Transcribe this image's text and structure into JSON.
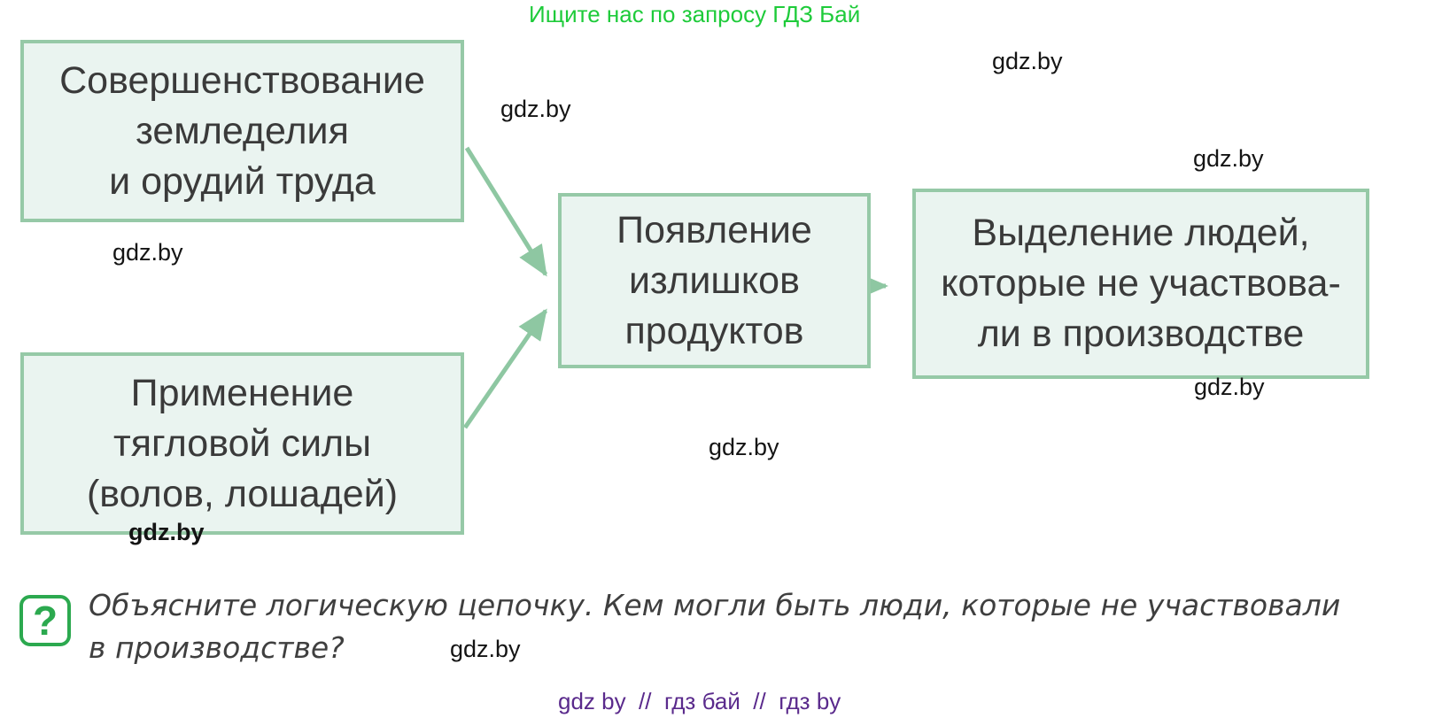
{
  "header": {
    "promo": "Ищите нас по запросу ГДЗ Бай"
  },
  "colors": {
    "promo_green": "#1ecb3a",
    "box_border": "#96c9a7",
    "box_fill": "#eaf4f0",
    "arrow_green": "#8ec7a2",
    "box_text": "#3a3a3a",
    "watermark": "#141414",
    "question_icon_green": "#2ca94f",
    "footer_purple": "#5a2a8c"
  },
  "diagram": {
    "boxes": [
      {
        "name": "improvement-agriculture",
        "lines": [
          "Совершенствование",
          "земледелия",
          "и орудий труда"
        ]
      },
      {
        "name": "draft-power",
        "lines": [
          "Применение",
          "тягловой силы",
          "(волов, лошадей)"
        ]
      },
      {
        "name": "surplus-products",
        "lines": [
          "Появление",
          "излишков",
          "продуктов"
        ]
      },
      {
        "name": "people-outside-production",
        "lines": [
          "Выделение людей,",
          "которые не участвова-",
          "ли в производстве"
        ]
      }
    ]
  },
  "watermarks": [
    "gdz.by",
    "gdz.by",
    "gdz.by",
    "gdz.by",
    "gdz.by",
    "gdz.by",
    "gdz.by",
    "gdz.by"
  ],
  "question": {
    "icon": "?",
    "lines": [
      "Объясните логическую цепочку. Кем могли быть люди, которые не участвовали",
      "в производстве?"
    ]
  },
  "footer": {
    "tags": "gdz by  //  гдз бай  //  гдз by"
  }
}
